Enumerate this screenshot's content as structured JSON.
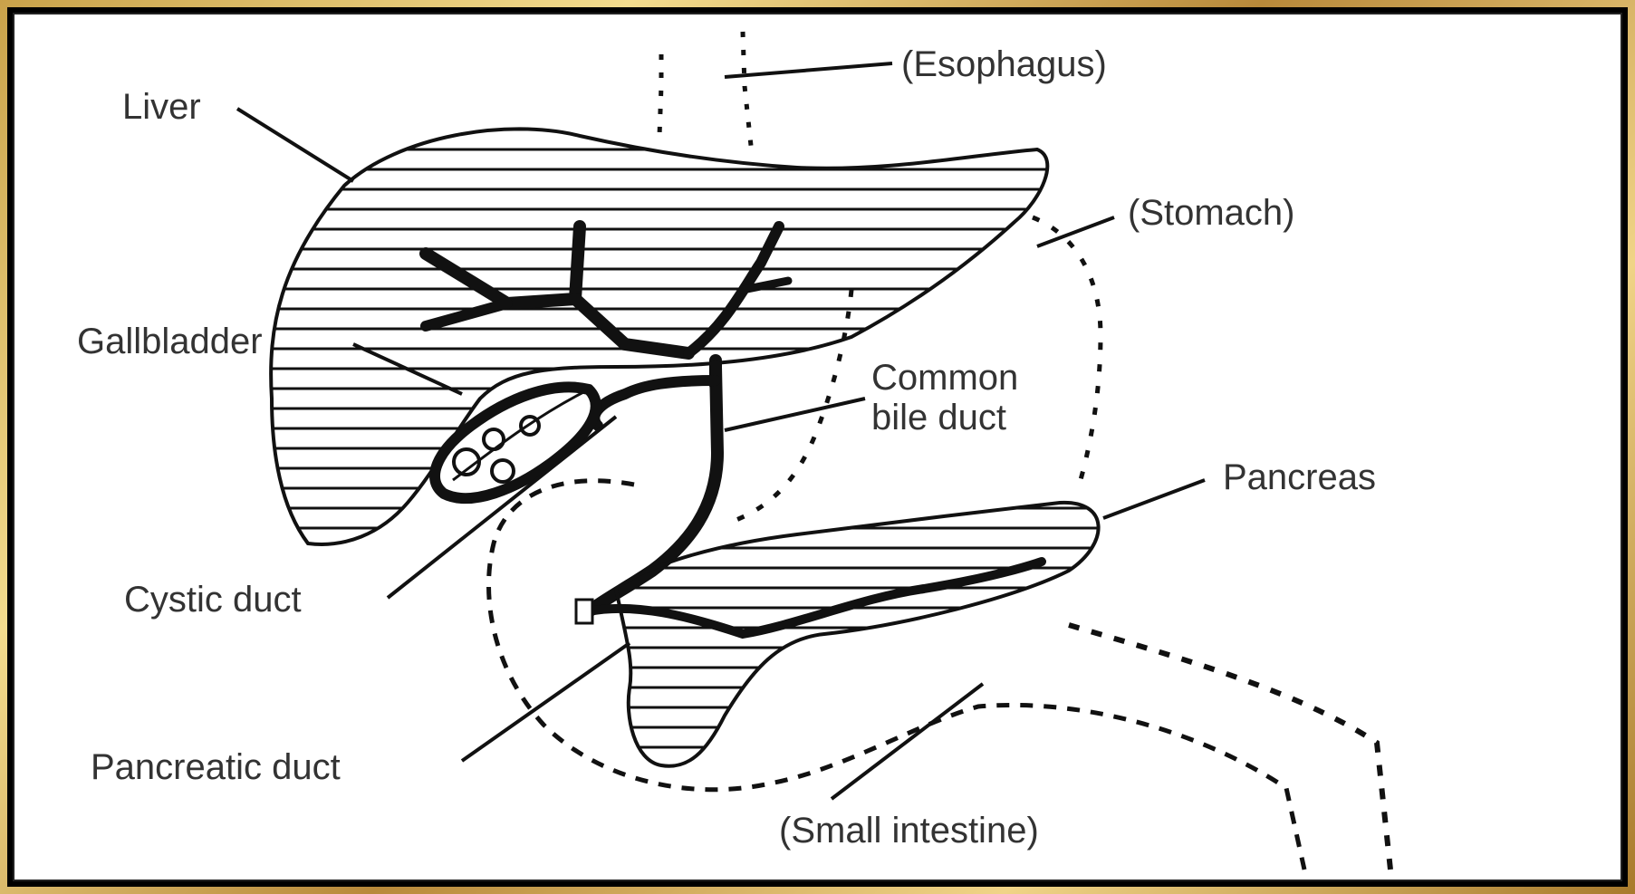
{
  "labels": {
    "esophagus": "(Esophagus)",
    "liver": "Liver",
    "stomach": "(Stomach)",
    "gallbladder": "Gallbladder",
    "common_bile_duct_line1": "Common",
    "common_bile_duct_line2": "bile duct",
    "pancreas": "Pancreas",
    "cystic_duct": "Cystic duct",
    "pancreatic_duct": "Pancreatic duct",
    "small_intestine": "(Small intestine)"
  },
  "colors": {
    "frame_gold": "#d4b15e",
    "ink": "#111111",
    "label_text": "#333333",
    "background": "#ffffff"
  }
}
